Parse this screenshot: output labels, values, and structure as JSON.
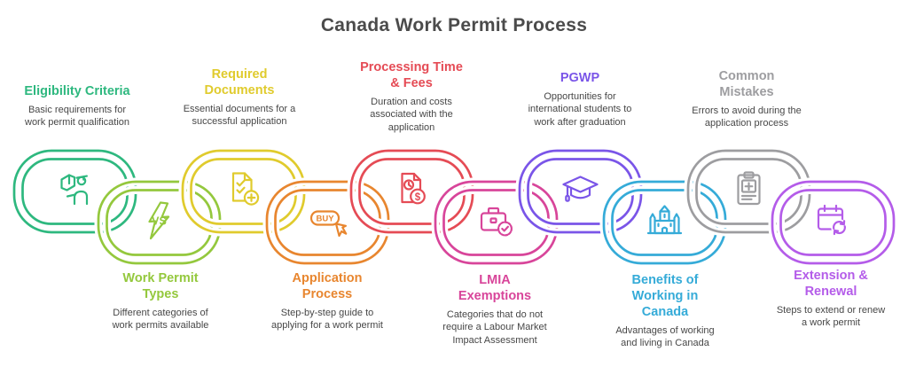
{
  "title": "Canada Work Permit Process",
  "colors": {
    "title_text": "#4b4b4b",
    "subtitle_text": "#474747",
    "background": "#ffffff"
  },
  "items": [
    {
      "id": "eligibility-criteria",
      "position": "top",
      "color": "#2eb87f",
      "title": "Eligibility Criteria",
      "subtitle": "Basic requirements for\nwork permit qualification",
      "icon": "officer-document-icon"
    },
    {
      "id": "work-permit-types",
      "position": "bottom",
      "color": "#94c83d",
      "title": "Work Permit\nTypes",
      "subtitle": "Different categories of\nwork permits available",
      "icon": "vs-burst-icon"
    },
    {
      "id": "required-documents",
      "position": "top",
      "color": "#e0cb2d",
      "title": "Required\nDocuments",
      "subtitle": "Essential documents for a\nsuccessful application",
      "icon": "document-checklist-plus-icon"
    },
    {
      "id": "application-process",
      "position": "bottom",
      "color": "#e8862f",
      "title": "Application\nProcess",
      "subtitle": "Step-by-step guide to\napplying for a work permit",
      "icon": "buy-button-cursor-icon"
    },
    {
      "id": "processing-time-fees",
      "position": "top",
      "color": "#e54b55",
      "title": "Processing Time\n& Fees",
      "subtitle": "Duration and costs\nassociated with the\napplication",
      "icon": "invoice-clock-dollar-icon"
    },
    {
      "id": "lmia-exemptions",
      "position": "bottom",
      "color": "#d8459a",
      "title": "LMIA\nExemptions",
      "subtitle": "Categories that do not\nrequire a Labour Market\nImpact Assessment",
      "icon": "briefcase-check-icon"
    },
    {
      "id": "pgwp",
      "position": "top",
      "color": "#7a55e8",
      "title": "PGWP",
      "subtitle": "Opportunities for\ninternational students to\nwork after graduation",
      "icon": "graduation-cap-icon"
    },
    {
      "id": "benefits-working-canada",
      "position": "bottom",
      "color": "#35abd8",
      "title": "Benefits of\nWorking in\nCanada",
      "subtitle": "Advantages of working\nand living in Canada",
      "icon": "castle-icon"
    },
    {
      "id": "common-mistakes",
      "position": "top",
      "color": "#9d9da0",
      "title": "Common\nMistakes",
      "subtitle": "Errors to avoid during the\napplication process",
      "icon": "clipboard-medical-icon"
    },
    {
      "id": "extension-renewal",
      "position": "bottom",
      "color": "#b45ce9",
      "title": "Extension &\nRenewal",
      "subtitle": "Steps to extend or renew\na work permit",
      "icon": "calendar-renew-icon"
    }
  ]
}
